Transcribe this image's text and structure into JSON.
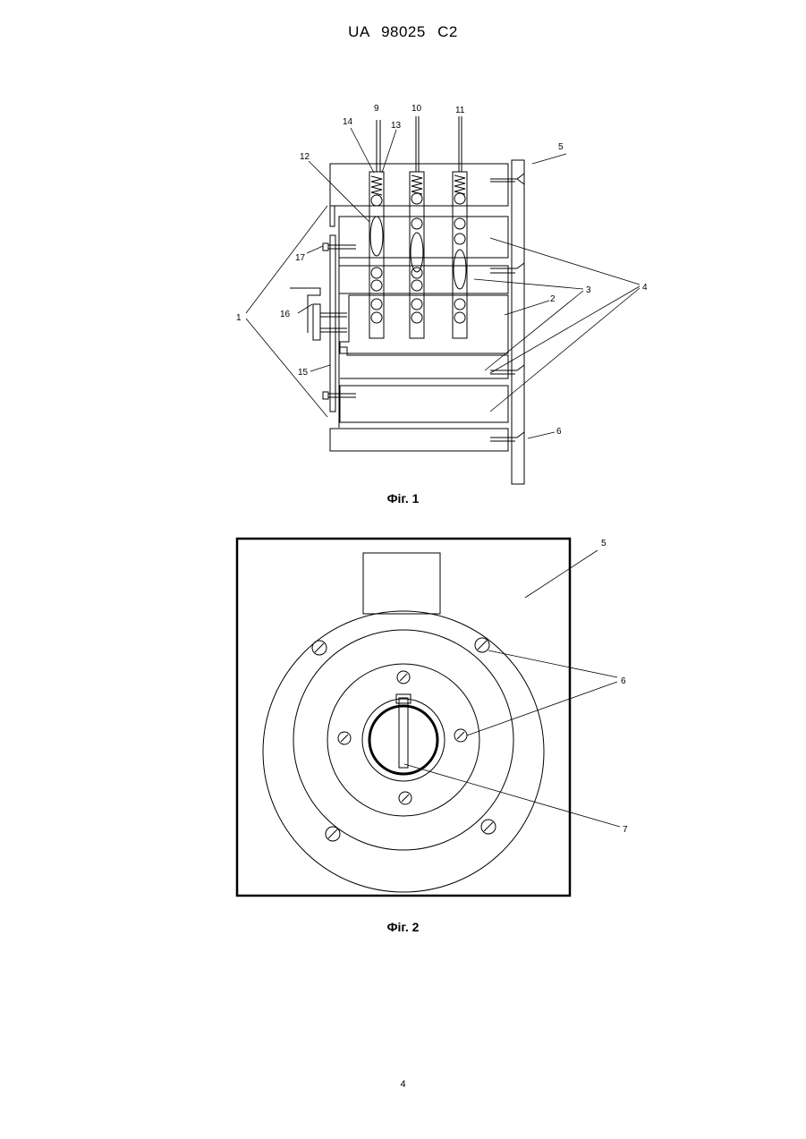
{
  "header": {
    "text": "UA   98025   C2"
  },
  "figure1": {
    "caption": "Фіг. 1",
    "labels": {
      "l1": "1",
      "l2": "2",
      "l3": "3",
      "l4": "4",
      "l5": "5",
      "l6": "6",
      "l9": "9",
      "l10": "10",
      "l11": "11",
      "l12": "12",
      "l13": "13",
      "l14": "14",
      "l15": "15",
      "l16": "16",
      "l17": "17"
    }
  },
  "figure2": {
    "caption": "Фіг. 2",
    "labels": {
      "l5": "5",
      "l6": "6",
      "l7": "7"
    }
  },
  "page_number": "4"
}
